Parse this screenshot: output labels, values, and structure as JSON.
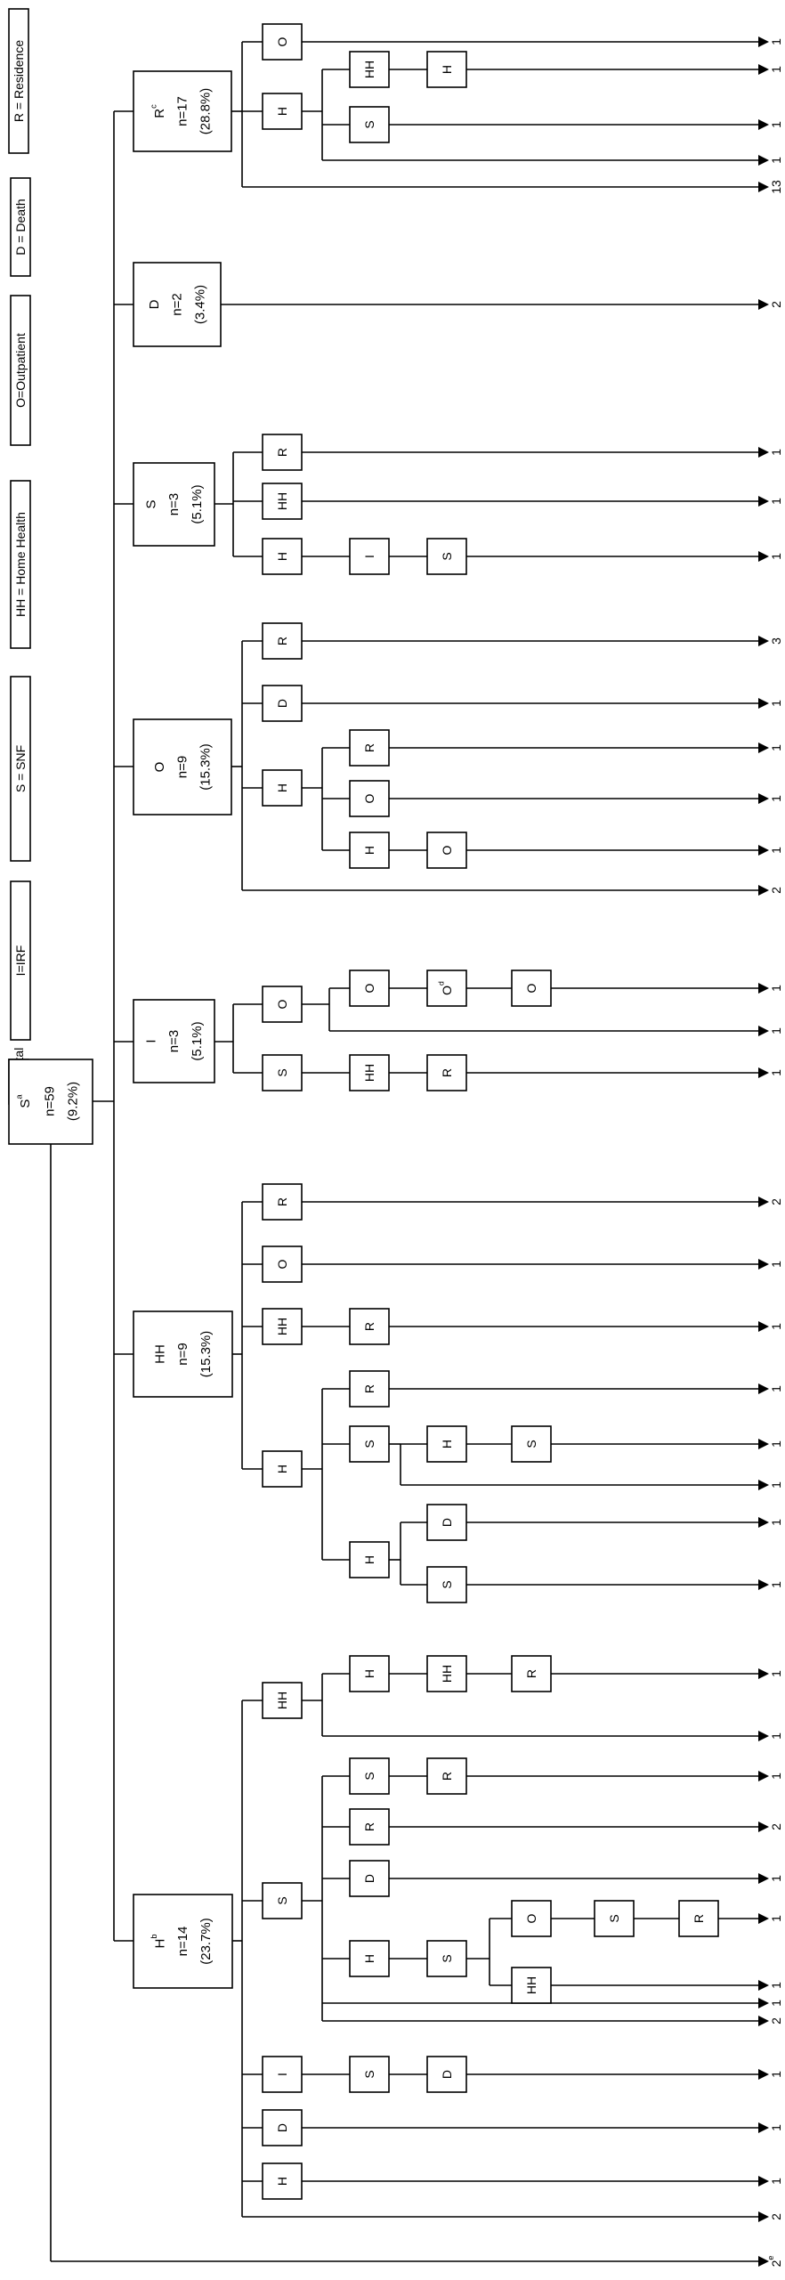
{
  "legend": [
    {
      "id": "H",
      "text": "H = Hospital"
    },
    {
      "id": "I",
      "text": "I=IRF"
    },
    {
      "id": "S",
      "text": "S = SNF"
    },
    {
      "id": "HH",
      "text": "HH = Home Health"
    },
    {
      "id": "O",
      "text": "O=Outpatient"
    },
    {
      "id": "D",
      "text": "D = Death"
    },
    {
      "id": "R",
      "text": "R = Residence"
    }
  ],
  "root": {
    "label": "S",
    "sup": "a",
    "n": "n=59",
    "pct": "(9.2%)"
  },
  "groups": [
    {
      "key": "R",
      "label": "R",
      "sup": "c",
      "n": "n=17",
      "pct": "(28.8%)"
    },
    {
      "key": "D",
      "label": "D",
      "sup": "",
      "n": "n=2",
      "pct": "(3.4%)"
    },
    {
      "key": "S",
      "label": "S",
      "sup": "",
      "n": "n=3",
      "pct": "(5.1%)"
    },
    {
      "key": "O",
      "label": "O",
      "sup": "",
      "n": "n=9",
      "pct": "(15.3%)"
    },
    {
      "key": "I",
      "label": "I",
      "sup": "",
      "n": "n=3",
      "pct": "(5.1%)"
    },
    {
      "key": "HH",
      "label": "HH",
      "sup": "",
      "n": "n=9",
      "pct": "(15.3%)"
    },
    {
      "key": "H",
      "label": "H",
      "sup": "b",
      "n": "n=14",
      "pct": "(23.7%)"
    }
  ],
  "endpoint_counts": [
    {
      "id": "c1",
      "value": "1"
    },
    {
      "id": "c2",
      "value": "1"
    },
    {
      "id": "c3",
      "value": "1"
    },
    {
      "id": "c4",
      "value": "1"
    },
    {
      "id": "c5",
      "value": "13"
    },
    {
      "id": "c6",
      "value": "2"
    },
    {
      "id": "c7",
      "value": "1"
    },
    {
      "id": "c8",
      "value": "1"
    },
    {
      "id": "c9",
      "value": "1"
    },
    {
      "id": "c10",
      "value": "3"
    },
    {
      "id": "c11",
      "value": "1"
    },
    {
      "id": "c12",
      "value": "1"
    },
    {
      "id": "c13",
      "value": "1"
    },
    {
      "id": "c14",
      "value": "1"
    },
    {
      "id": "c15",
      "value": "2"
    },
    {
      "id": "c16",
      "value": "1"
    },
    {
      "id": "c17",
      "value": "1"
    },
    {
      "id": "c18",
      "value": "1"
    },
    {
      "id": "c19",
      "value": "2"
    },
    {
      "id": "c20",
      "value": "1"
    },
    {
      "id": "c21",
      "value": "1"
    },
    {
      "id": "c22",
      "value": "1"
    },
    {
      "id": "c23",
      "value": "1"
    },
    {
      "id": "c24",
      "value": "1"
    },
    {
      "id": "c25",
      "value": "1"
    },
    {
      "id": "c26",
      "value": "1"
    },
    {
      "id": "c27",
      "value": "1"
    },
    {
      "id": "c28",
      "value": "1"
    },
    {
      "id": "c29",
      "value": "1"
    },
    {
      "id": "c30",
      "value": "2"
    },
    {
      "id": "c31",
      "value": "1"
    },
    {
      "id": "c32",
      "value": "1"
    },
    {
      "id": "c33",
      "value": "1"
    },
    {
      "id": "c34",
      "value": "1"
    },
    {
      "id": "c35",
      "value": "2"
    },
    {
      "id": "c36",
      "value": "1"
    },
    {
      "id": "c37",
      "value": "1"
    },
    {
      "id": "c38",
      "value": "1"
    },
    {
      "id": "c39",
      "value": "2"
    },
    {
      "id": "c40",
      "value": "e"
    }
  ],
  "nodes": [
    {
      "id": "n1",
      "t": "O",
      "sup": ""
    },
    {
      "id": "n2",
      "t": "H",
      "sup": ""
    },
    {
      "id": "n3",
      "t": "HH",
      "sup": ""
    },
    {
      "id": "n4",
      "t": "H",
      "sup": ""
    },
    {
      "id": "n5",
      "t": "S",
      "sup": ""
    },
    {
      "id": "n6",
      "t": "R",
      "sup": ""
    },
    {
      "id": "n7",
      "t": "HH",
      "sup": ""
    },
    {
      "id": "n8",
      "t": "H",
      "sup": ""
    },
    {
      "id": "n9",
      "t": "I",
      "sup": ""
    },
    {
      "id": "n10",
      "t": "S",
      "sup": ""
    },
    {
      "id": "n11",
      "t": "R",
      "sup": ""
    },
    {
      "id": "n12",
      "t": "D",
      "sup": ""
    },
    {
      "id": "n13",
      "t": "H",
      "sup": ""
    },
    {
      "id": "n14",
      "t": "R",
      "sup": ""
    },
    {
      "id": "n15",
      "t": "O",
      "sup": ""
    },
    {
      "id": "n16",
      "t": "H",
      "sup": ""
    },
    {
      "id": "n17",
      "t": "O",
      "sup": ""
    },
    {
      "id": "n18",
      "t": "O",
      "sup": ""
    },
    {
      "id": "n19",
      "t": "O",
      "sup": ""
    },
    {
      "id": "n20",
      "t": "O",
      "sup": "d"
    },
    {
      "id": "n21",
      "t": "O",
      "sup": ""
    },
    {
      "id": "n22",
      "t": "S",
      "sup": ""
    },
    {
      "id": "n23",
      "t": "HH",
      "sup": ""
    },
    {
      "id": "n24",
      "t": "R",
      "sup": ""
    },
    {
      "id": "n25",
      "t": "R",
      "sup": ""
    },
    {
      "id": "n26",
      "t": "O",
      "sup": ""
    },
    {
      "id": "n27",
      "t": "HH",
      "sup": ""
    },
    {
      "id": "n28",
      "t": "R",
      "sup": ""
    },
    {
      "id": "n29",
      "t": "H",
      "sup": ""
    },
    {
      "id": "n30",
      "t": "R",
      "sup": ""
    },
    {
      "id": "n31",
      "t": "S",
      "sup": ""
    },
    {
      "id": "n32",
      "t": "H",
      "sup": ""
    },
    {
      "id": "n33",
      "t": "S",
      "sup": ""
    },
    {
      "id": "n34",
      "t": "H",
      "sup": ""
    },
    {
      "id": "n35",
      "t": "D",
      "sup": ""
    },
    {
      "id": "n36",
      "t": "S",
      "sup": ""
    },
    {
      "id": "n37",
      "t": "HH",
      "sup": ""
    },
    {
      "id": "n38",
      "t": "H",
      "sup": ""
    },
    {
      "id": "n39",
      "t": "HH",
      "sup": ""
    },
    {
      "id": "n40",
      "t": "R",
      "sup": ""
    },
    {
      "id": "n41",
      "t": "S",
      "sup": ""
    },
    {
      "id": "n42",
      "t": "S",
      "sup": ""
    },
    {
      "id": "n43",
      "t": "R",
      "sup": ""
    },
    {
      "id": "n44",
      "t": "R",
      "sup": ""
    },
    {
      "id": "n45",
      "t": "D",
      "sup": ""
    },
    {
      "id": "n46",
      "t": "H",
      "sup": ""
    },
    {
      "id": "n47",
      "t": "S",
      "sup": ""
    },
    {
      "id": "n48",
      "t": "O",
      "sup": ""
    },
    {
      "id": "n49",
      "t": "S",
      "sup": ""
    },
    {
      "id": "n50",
      "t": "R",
      "sup": ""
    },
    {
      "id": "n51",
      "t": "HH",
      "sup": ""
    },
    {
      "id": "n52",
      "t": "I",
      "sup": ""
    },
    {
      "id": "n53",
      "t": "S",
      "sup": ""
    },
    {
      "id": "n54",
      "t": "D",
      "sup": ""
    },
    {
      "id": "n55",
      "t": "D",
      "sup": ""
    },
    {
      "id": "n56",
      "t": "H",
      "sup": ""
    }
  ]
}
